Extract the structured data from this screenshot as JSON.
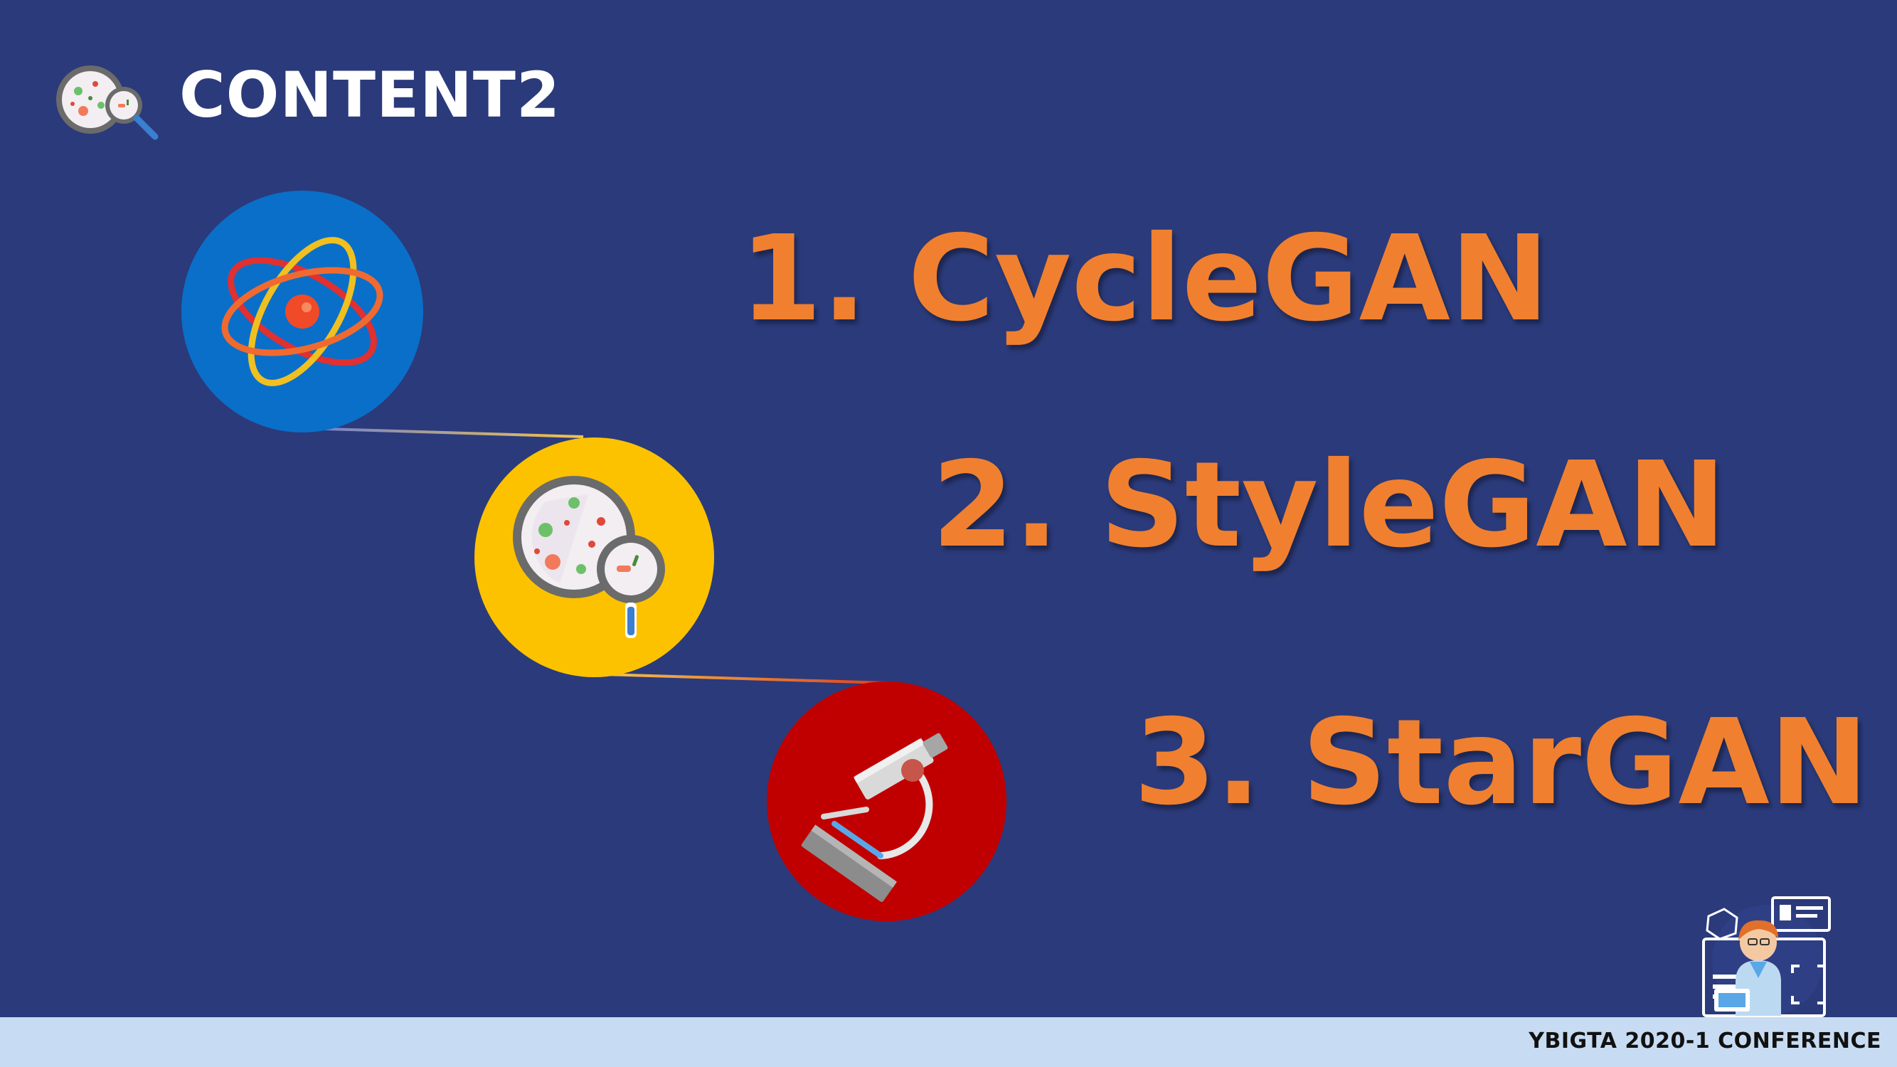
{
  "header": {
    "title": "CONTENT2"
  },
  "items": [
    {
      "label": "1. CycleGAN"
    },
    {
      "label": "2. StyleGAN"
    },
    {
      "label": "3. StarGAN"
    }
  ],
  "footer": {
    "text": "YBIGTA 2020-1 CONFERENCE"
  },
  "icons": [
    "microbes-magnifier-icon",
    "atom-icon",
    "petri-dish-magnifier-icon",
    "microscope-icon",
    "scientist-presenter-icon"
  ],
  "colors": {
    "background": "#2b3a7a",
    "accent": "#f0802f",
    "atom_circle": "#0a6fc9",
    "dish_circle": "#fcc200",
    "microscope_circle": "#c00000",
    "footer": "#c7dcf2"
  }
}
